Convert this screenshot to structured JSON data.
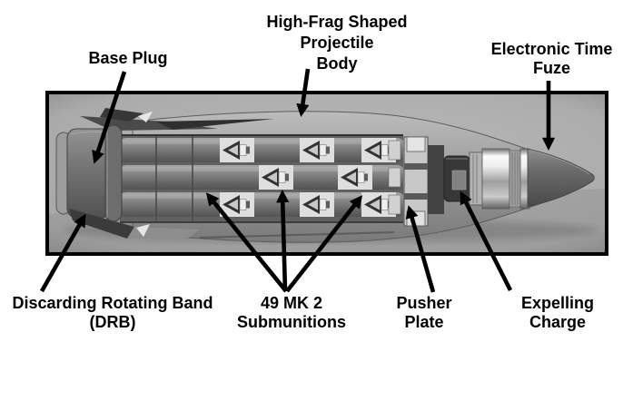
{
  "figure": {
    "kind": "labeled-cutaway-photo-diagram",
    "photo_alt": "cutaway photograph of a cargo projectile showing internal submunitions"
  },
  "labels": {
    "base_plug": [
      "Base Plug"
    ],
    "projectile_body": [
      "High-Frag Shaped",
      "Projectile",
      "Body"
    ],
    "electronic_time_fuze": [
      "Electronic Time",
      "Fuze"
    ],
    "discarding_rotating_band": [
      "Discarding Rotating Band",
      "(DRB)"
    ],
    "submunitions": [
      "49 MK 2",
      "Submunitions"
    ],
    "pusher_plate": [
      "Pusher",
      "Plate"
    ],
    "expelling_charge": [
      "Expelling",
      "Charge"
    ]
  },
  "colors": {
    "page_background": "#ffffff",
    "frame_border": "#000000",
    "photo_background": "#aeaeae",
    "label_text": "#000000",
    "arrow": "#000000"
  }
}
